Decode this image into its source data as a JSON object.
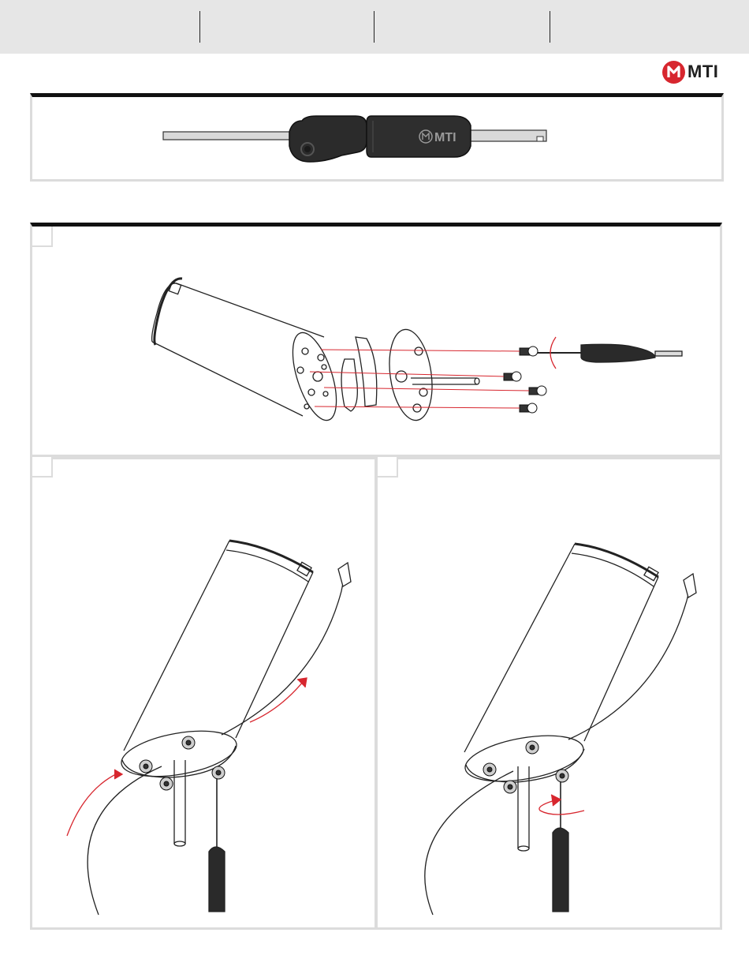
{
  "brand": {
    "name": "MTI",
    "colors": {
      "accent": "#d7262e",
      "ink": "#1a1a1a",
      "panel_border": "#dcdcdc",
      "header_bg": "#e6e6e6"
    }
  },
  "tool": {
    "handle_logo_text": "MTI"
  },
  "steps": [
    {
      "label": "",
      "illustration": "exploded-mount-assembly"
    },
    {
      "label": "",
      "illustration": "cable-routing"
    },
    {
      "label": "",
      "illustration": "screw-tightening"
    }
  ]
}
